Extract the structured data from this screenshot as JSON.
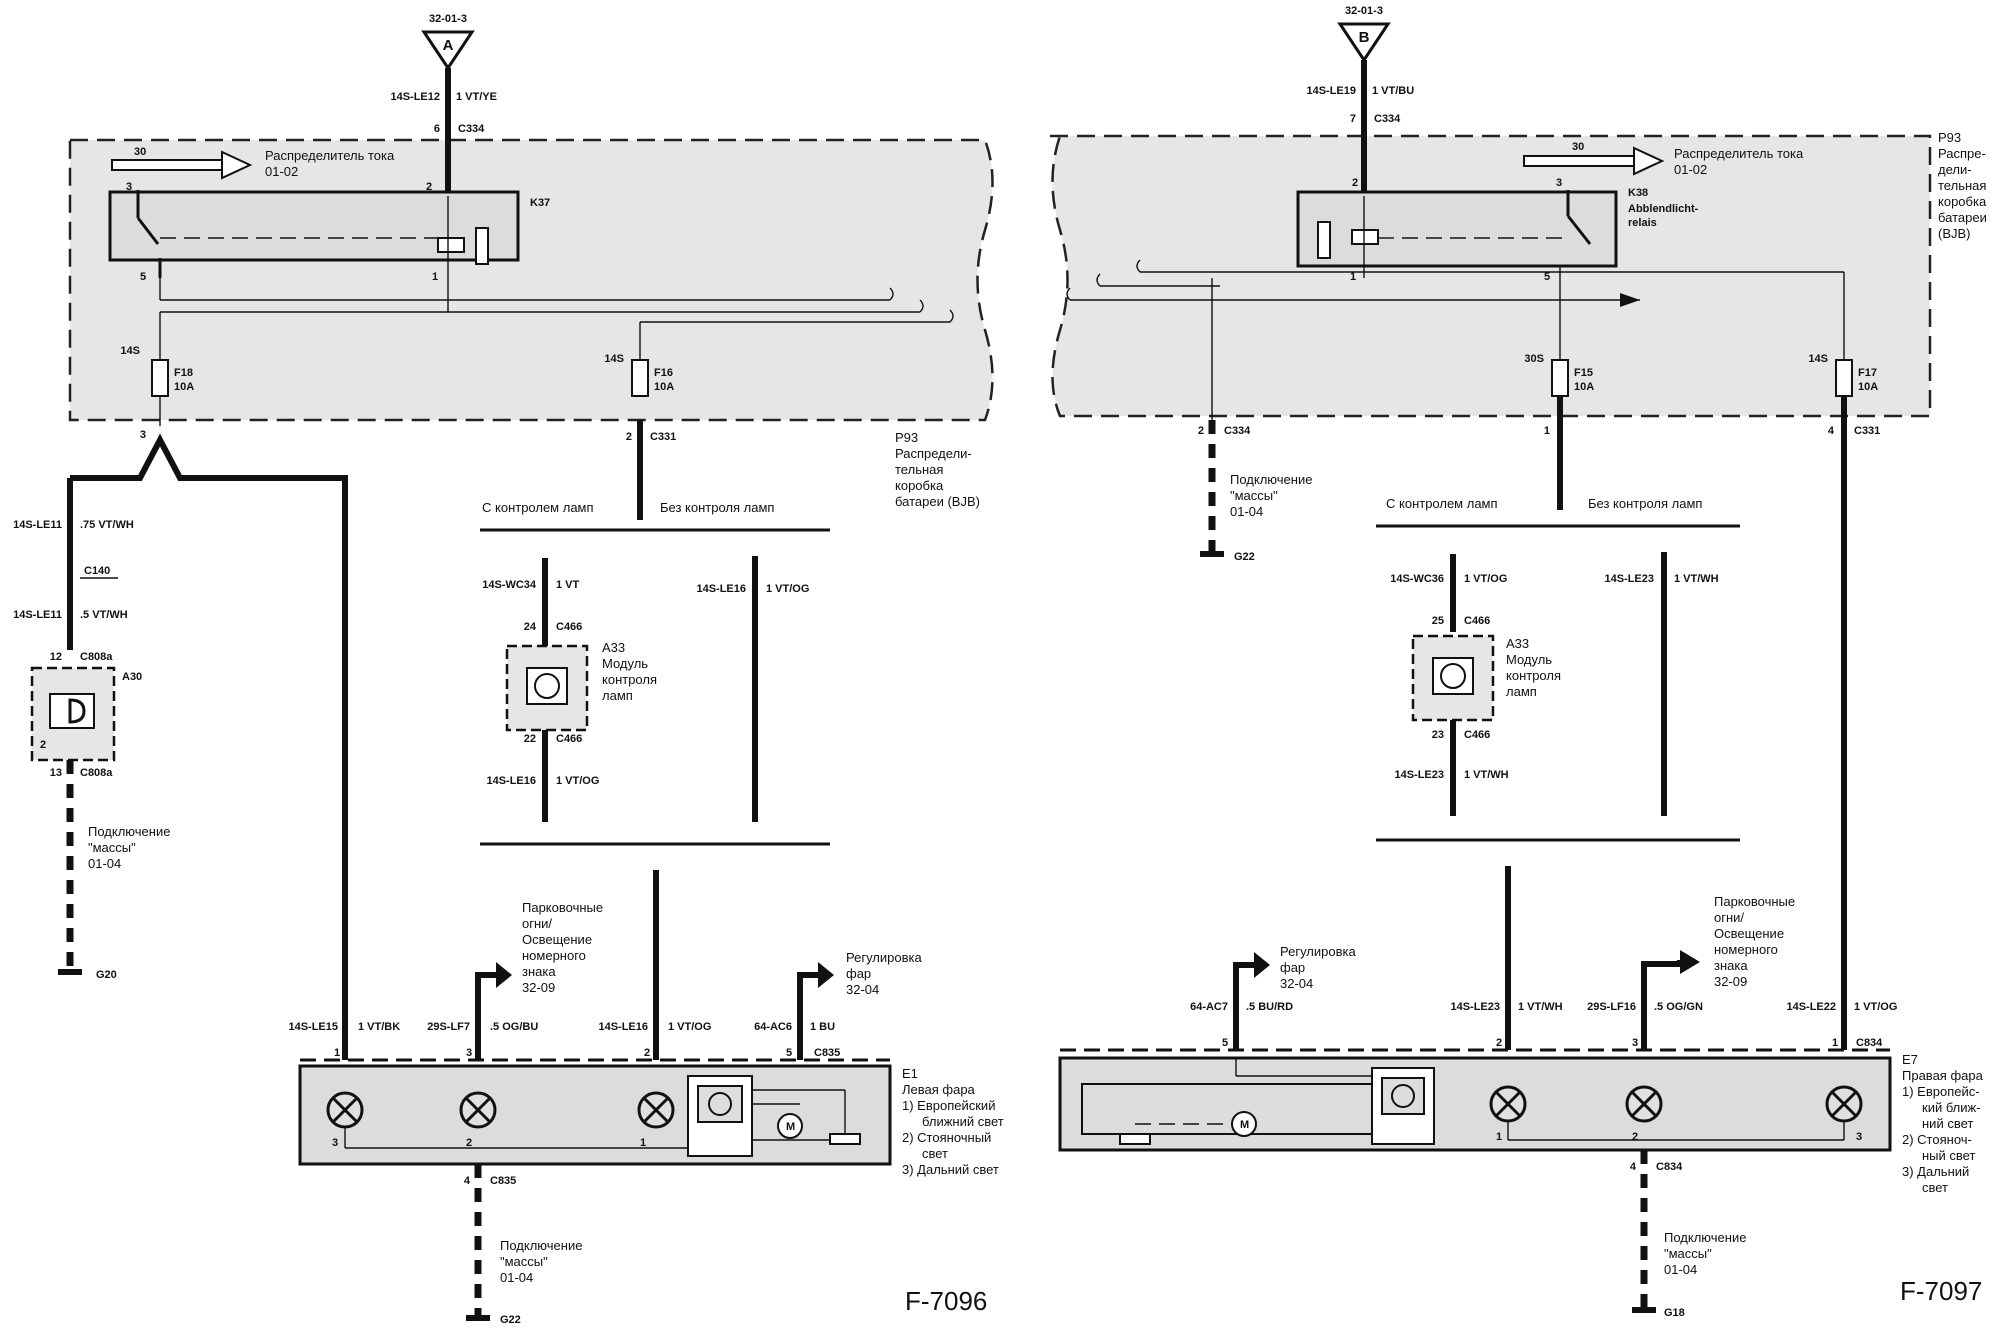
{
  "left": {
    "connector_top": {
      "letter": "A",
      "ref": "32-01-3"
    },
    "wire_top": {
      "circuit": "14S-LE12",
      "spec": "1 VT/YE"
    },
    "c334_pin": "6",
    "c334": "C334",
    "bjb_feed_num": "30",
    "bjb_feed_label": "Распределитель тока",
    "bjb_feed_ref": "01-02",
    "relay_id": "K37",
    "relay_pins": {
      "p2": "2",
      "p3": "3",
      "p1": "1",
      "p5": "5"
    },
    "fuse_a": {
      "pin": "14S",
      "name": "F18",
      "rating": "10A"
    },
    "fuse_b": {
      "pin": "14S",
      "name": "F16",
      "rating": "10A"
    },
    "bjb_out_pin": "3",
    "c331_pin": "2",
    "c331": "C331",
    "bjb_label": [
      "P93",
      "Распредели-",
      "тельная",
      "коробка",
      "батареи (BJB)"
    ],
    "w_le11a": {
      "circuit": "14S-LE11",
      "spec": ".75 VT/WH"
    },
    "c140": "C140",
    "w_le11b": {
      "circuit": "14S-LE11",
      "spec": ".5 VT/WH"
    },
    "a30_pin_top": "12",
    "a30_conn_top": "C808a",
    "a30_id": "A30",
    "a30_pin_bottom": "13",
    "a30_conn_bottom": "C808a",
    "a30_inner_pin": "2",
    "gnd_a30": [
      "Подключение",
      "\"массы\"",
      "01-04"
    ],
    "gnd_a30_id": "G20",
    "with_ctrl": "С контролем ламп",
    "without_ctrl": "Без контроля ламп",
    "w_wc34": {
      "circuit": "14S-WC34",
      "spec": "1 VT"
    },
    "w_le16_right": {
      "circuit": "14S-LE16",
      "spec": "1 VT/OG"
    },
    "a33_top_pin": "24",
    "a33_top_conn": "C466",
    "a33_label": [
      "A33",
      "Модуль",
      "контроля",
      "ламп"
    ],
    "a33_bottom_pin": "22",
    "a33_bottom_conn": "C466",
    "w_le16_low": {
      "circuit": "14S-LE16",
      "spec": "1 VT/OG"
    },
    "parking": [
      "Парковочные",
      "огни/",
      "Освещение",
      "номерного",
      "знака",
      "32-09"
    ],
    "leveling": [
      "Регулировка",
      "фар",
      "32-04"
    ],
    "w_le15": {
      "circuit": "14S-LE15",
      "spec": "1 VT/BK"
    },
    "w_lf7": {
      "circuit": "29S-LF7",
      "spec": ".5 OG/BU"
    },
    "w_le16_head": {
      "circuit": "14S-LE16",
      "spec": "1 VT/OG"
    },
    "w_ac6": {
      "circuit": "64-AC6",
      "spec": "1 BU"
    },
    "head_pins_top": [
      "1",
      "3",
      "2",
      "5"
    ],
    "c835": "C835",
    "head_inner_pins": [
      "3",
      "2",
      "1"
    ],
    "head_label": [
      "E1",
      "Левая фара",
      "1)  Европейский",
      "ближний свет",
      "2)  Стояночный",
      "свет",
      "3)  Дальний свет"
    ],
    "gnd_head_pin": "4",
    "gnd_head_conn": "C835",
    "gnd_head": [
      "Подключение",
      "\"массы\"",
      "01-04"
    ],
    "gnd_head_id": "G22",
    "fig": "F-7096"
  },
  "right": {
    "connector_top": {
      "letter": "B",
      "ref": "32-01-3"
    },
    "wire_top": {
      "circuit": "14S-LE19",
      "spec": "1 VT/BU"
    },
    "c334_pin": "7",
    "c334": "C334",
    "bjb_feed_num": "30",
    "bjb_feed_label": "Распределитель тока",
    "bjb_feed_ref": "01-02",
    "relay_id": "K38",
    "relay_name": [
      "Abblendlicht-",
      "relais"
    ],
    "relay_pins": {
      "p2": "2",
      "p3": "3",
      "p1": "1",
      "p5": "5"
    },
    "fuse_a": {
      "pin": "30S",
      "name": "F15",
      "rating": "10A"
    },
    "fuse_b": {
      "pin": "14S",
      "name": "F17",
      "rating": "10A"
    },
    "bjb_label": [
      "P93",
      "Распре-",
      "дели-",
      "тельная",
      "коробка",
      "батареи",
      "(BJB)"
    ],
    "gnd_c334_pin": "2",
    "gnd_c334": "C334",
    "gnd_bjb": [
      "Подключение",
      "\"массы\"",
      "01-04"
    ],
    "gnd_bjb_id": "G22",
    "f15_out_pin": "1",
    "c331_pin": "4",
    "c331": "C331",
    "with_ctrl": "С контролем ламп",
    "without_ctrl": "Без контроля ламп",
    "w_wc36": {
      "circuit": "14S-WC36",
      "spec": "1 VT/OG"
    },
    "w_le23_right": {
      "circuit": "14S-LE23",
      "spec": "1 VT/WH"
    },
    "a33_top_pin": "25",
    "a33_top_conn": "C466",
    "a33_label": [
      "A33",
      "Модуль",
      "контроля",
      "ламп"
    ],
    "a33_bottom_pin": "23",
    "a33_bottom_conn": "C466",
    "w_le23_low": {
      "circuit": "14S-LE23",
      "spec": "1 VT/WH"
    },
    "leveling": [
      "Регулировка",
      "фар",
      "32-04"
    ],
    "parking": [
      "Парковочные",
      "огни/",
      "Освещение",
      "номерного",
      "знака",
      "32-09"
    ],
    "w_ac7": {
      "circuit": "64-AC7",
      "spec": ".5 BU/RD"
    },
    "w_le23_head": {
      "circuit": "14S-LE23",
      "spec": "1 VT/WH"
    },
    "w_lf16": {
      "circuit": "29S-LF16",
      "spec": ".5 OG/GN"
    },
    "w_le22": {
      "circuit": "14S-LE22",
      "spec": "1 VT/OG"
    },
    "head_pins_top": [
      "5",
      "2",
      "3",
      "1"
    ],
    "c834": "C834",
    "head_inner_pins": [
      "1",
      "2",
      "3"
    ],
    "head_label": [
      "E7",
      "Правая фара",
      "1)  Европейс-",
      "кий ближ-",
      "ний свет",
      "2)  Стояноч-",
      "ный свет",
      "3)  Дальний",
      "свет"
    ],
    "gnd_head_pin": "4",
    "gnd_head_conn": "C834",
    "gnd_head": [
      "Подключение",
      "\"массы\"",
      "01-04"
    ],
    "gnd_head_id": "G18",
    "fig": "F-7097"
  }
}
